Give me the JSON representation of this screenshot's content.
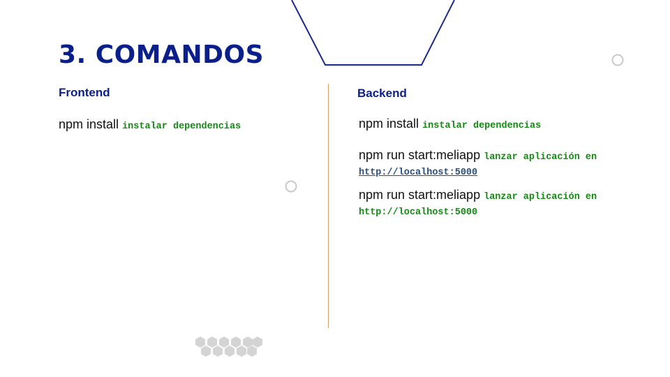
{
  "slide": {
    "title": "3. COMANDOS",
    "colors": {
      "title": "#0b1f8a",
      "code": "#138a13",
      "link": "#2a4f7c",
      "divider": "#d9a066"
    }
  },
  "frontend": {
    "heading": "Frontend",
    "commands": [
      {
        "cmd": "npm install",
        "desc": "instalar dependencias"
      }
    ]
  },
  "backend": {
    "heading": "Backend",
    "commands": [
      {
        "cmd": "npm install",
        "desc": "instalar dependencias"
      },
      {
        "cmd": "npm run start:meliapp",
        "desc": "lanzar aplicación en",
        "url": "http://localhost:5000"
      },
      {
        "cmd": "npm run start:meliapp",
        "desc": "lanzar aplicación en",
        "url": "http://localhost:5000"
      }
    ]
  }
}
